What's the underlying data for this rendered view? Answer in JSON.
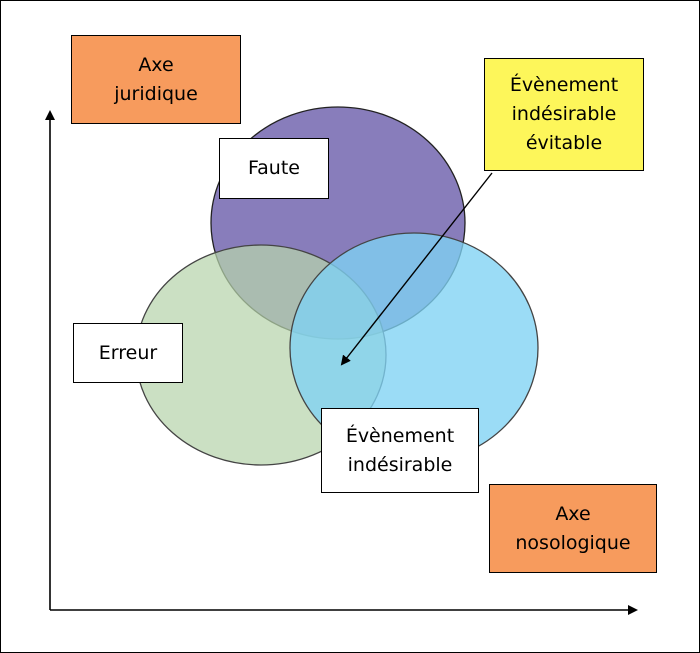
{
  "labels": {
    "axe_juridique": "Axe\njuridique",
    "axe_nosologique": "Axe\nnosologique",
    "faute": "Faute",
    "erreur": "Erreur",
    "evenement_indesirable": "Évènement\nindésirable",
    "evenement_indesirable_evitable": "Évènement\nindésirable\névitable"
  },
  "colors": {
    "axis_box": "#f79b5d",
    "highlight_box": "#fdf65a",
    "circle_faute": "#7b6fb4",
    "circle_erreur": "#b7d4ac",
    "circle_evenement": "#7fd2f4"
  }
}
